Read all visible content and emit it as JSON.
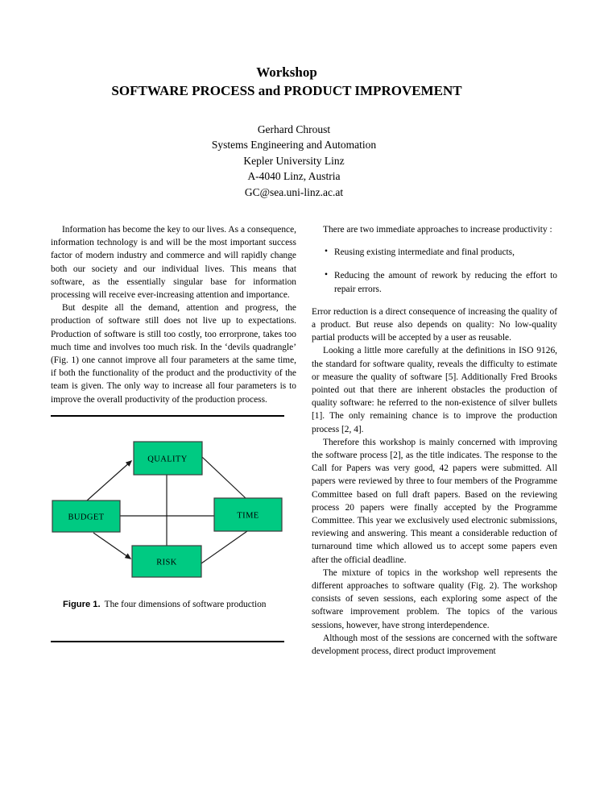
{
  "header": {
    "title_line1": "Workshop",
    "title_line2": "SOFTWARE PROCESS and PRODUCT IMPROVEMENT",
    "author_lines": [
      "Gerhard Chroust",
      "Systems Engineering and Automation",
      "Kepler University Linz",
      "A-4040 Linz, Austria",
      "GC@sea.uni-linz.ac.at"
    ]
  },
  "left_column": {
    "para1": "Information has become the key to our lives. As a consequence, information technology is and will be the most important success factor of modern industry and commerce and will rapidly change both our society and our individual lives. This means that software, as the essentially singular base for information processing will receive ever-increasing attention and importance.",
    "para2": "But despite all the demand, attention and progress, the production of software still does not live up to expectations. Production of software is still too costly, too errorprone, takes too much time and involves too much risk. In the ‘devils quadrangle’ (Fig. 1) one cannot improve all four parameters at the same time, if both the functionality of the product and the productivity of the team is given. The only way to increase all four parameters is to improve the overall productivity of the production process."
  },
  "figure": {
    "caption_label": "Figure 1.",
    "caption_text": "The four dimensions of software production",
    "box_color": "#00ca82",
    "nodes": {
      "top": "QUALITY",
      "left": "BUDGET",
      "right": "TIME",
      "bottom": "RISK"
    }
  },
  "right_column": {
    "para1": "There are two immediate approaches to increase productivity :",
    "bullets": [
      "Reusing existing intermediate and final products,",
      "Reducing the amount of rework by reducing the effort to repair errors."
    ],
    "para2": "Error reduction is a direct consequence of increasing the quality of a product. But reuse also depends on quality: No low-quality partial products will be accepted by a user as reusable.",
    "para3": "Looking a little more carefully at the definitions in ISO 9126, the standard for software quality, reveals the difficulty to estimate or measure the quality of software [5]. Additionally Fred Brooks pointed out that there are inherent obstacles the production of quality software: he referred to the non-existence of silver bullets [1]. The only remaining chance is to improve the production process [2, 4].",
    "para4": "Therefore this workshop is mainly concerned with improving the software process [2], as the title indicates. The response to the Call for Papers was very good, 42 papers were submitted. All papers were reviewed by three to four members of the Programme Committee based on full draft papers. Based on the reviewing process 20 papers were finally accepted by the Programme Committee. This year we exclusively used electronic submissions, reviewing and answering. This meant a considerable reduction of turnaround time which allowed us to accept some papers even after the official deadline.",
    "para5": "The mixture of topics in the workshop well represents the different approaches to software quality (Fig. 2). The workshop consists of seven sessions, each exploring some aspect of the software improvement problem. The topics of the various sessions, however, have strong interdependence.",
    "para6": "Although most of the sessions are concerned with the software development process, direct product improvement"
  }
}
